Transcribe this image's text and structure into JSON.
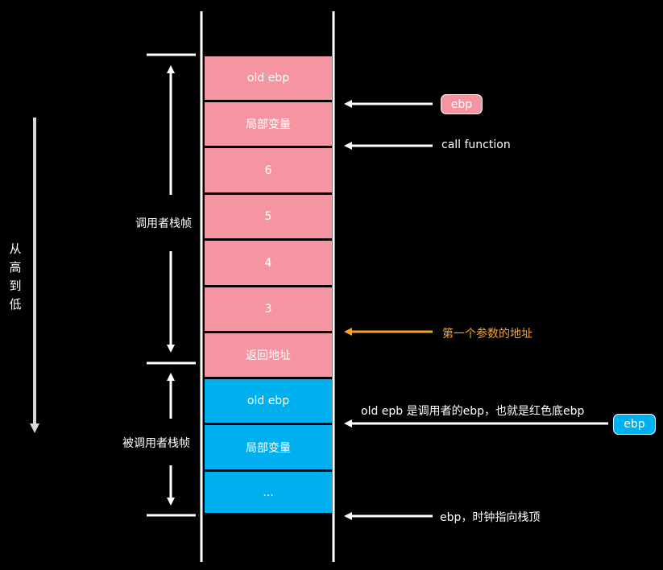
{
  "colors": {
    "caller": "#f595a2",
    "callee": "#00b0ee",
    "highlight": "#f5a623",
    "line": "#ffffff",
    "background": "#000000"
  },
  "direction_label": [
    "从",
    "高",
    "到",
    "低"
  ],
  "caller_frame": {
    "label": "调用者栈帧",
    "cells": [
      "old ebp",
      "局部变量",
      "6",
      "5",
      "4",
      "3",
      "返回地址"
    ]
  },
  "callee_frame": {
    "label": "被调用者栈帧",
    "cells": [
      "old ebp",
      "局部变量",
      "..."
    ]
  },
  "pointers": {
    "ebp_caller": "ebp",
    "call_function": "call function",
    "first_param": "第一个参数的地址",
    "old_ebp_note": "old epb 是调用者的ebp，也就是红色底ebp",
    "ebp_callee": "ebp",
    "stack_top": "ebp，时钟指向栈顶"
  }
}
